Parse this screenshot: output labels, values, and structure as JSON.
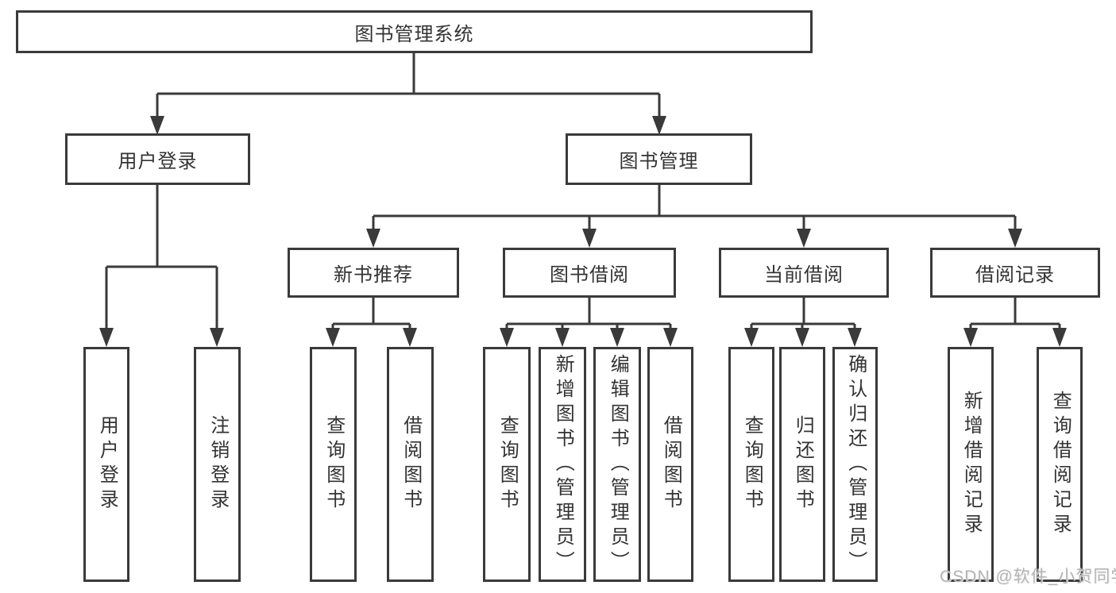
{
  "diagram": {
    "root": {
      "label": "图书管理系统"
    },
    "level1": [
      {
        "id": "user-login",
        "label": "用户登录"
      },
      {
        "id": "book-management",
        "label": "图书管理"
      }
    ],
    "level2": [
      {
        "id": "new-book-recommend",
        "label": "新书推荐"
      },
      {
        "id": "book-borrowing",
        "label": "图书借阅"
      },
      {
        "id": "current-borrowing",
        "label": "当前借阅"
      },
      {
        "id": "borrowing-records",
        "label": "借阅记录"
      }
    ],
    "leaves": {
      "user_login": [
        {
          "label": "用户登录"
        },
        {
          "label": "注销登录"
        }
      ],
      "new_book": [
        {
          "label": "查询图书"
        },
        {
          "label": "借阅图书"
        }
      ],
      "book_borrowing": [
        {
          "label": "查询图书"
        },
        {
          "label": "新增图书（管理员）"
        },
        {
          "label": "编辑图书（管理员）"
        },
        {
          "label": "借阅图书"
        }
      ],
      "current_borrowing": [
        {
          "label": "查询图书"
        },
        {
          "label": "归还图书"
        },
        {
          "label": "确认归还（管理员）"
        }
      ],
      "records": [
        {
          "label": "新增借阅记录"
        },
        {
          "label": "查询借阅记录"
        }
      ]
    },
    "watermark": "CSDN @软件_小贺同学",
    "colors": {
      "line": "#3a3a3a",
      "text": "#333333",
      "background": "#ffffff",
      "watermark": "#b4b4b4"
    }
  }
}
